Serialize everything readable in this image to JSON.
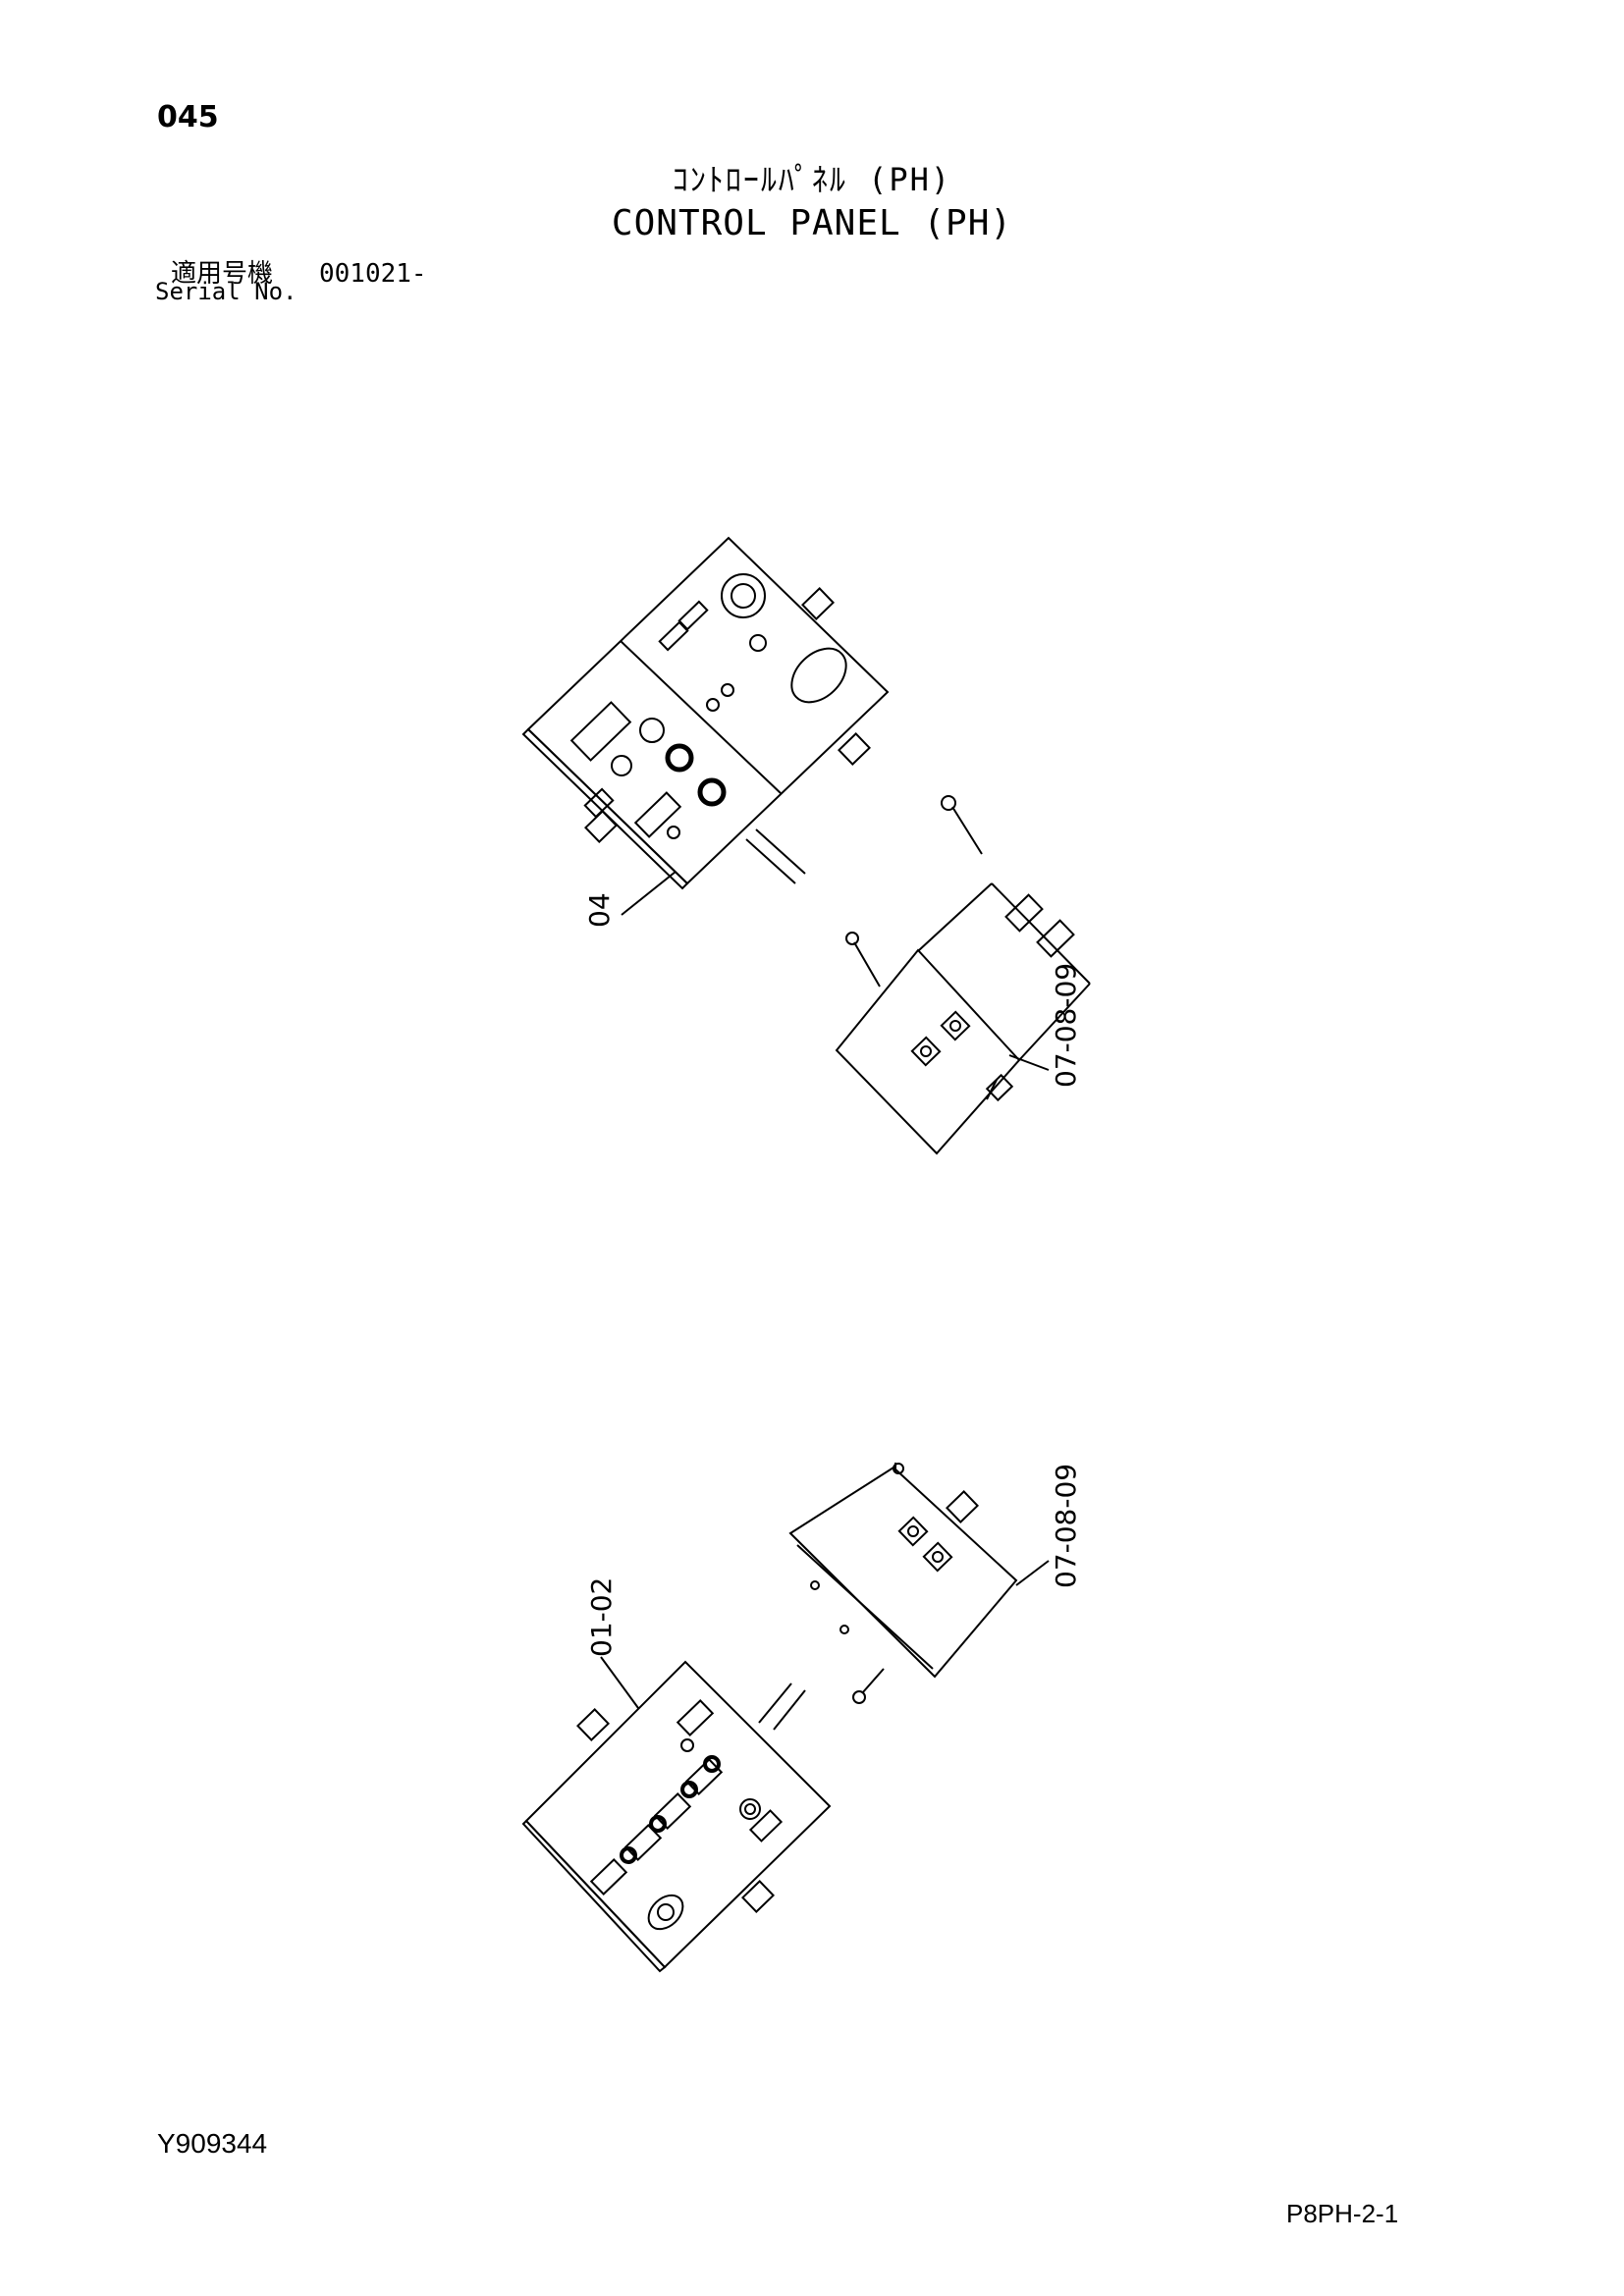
{
  "header": {
    "page_number": "045",
    "title_jp": "ｺﾝﾄﾛｰﾙﾊﾟﾈﾙ (PH)",
    "title_en": "CONTROL PANEL (PH)",
    "serial_label_jp": "適用号機",
    "serial_value": "001021-",
    "serial_label_en": "Serial No."
  },
  "callouts": {
    "top_panel": "04",
    "top_box": "07-08-09",
    "bottom_box": "07-08-09",
    "bottom_panel": "01-02"
  },
  "footer": {
    "doc_id": "Y909344",
    "page_ref": "P8PH-2-1"
  }
}
